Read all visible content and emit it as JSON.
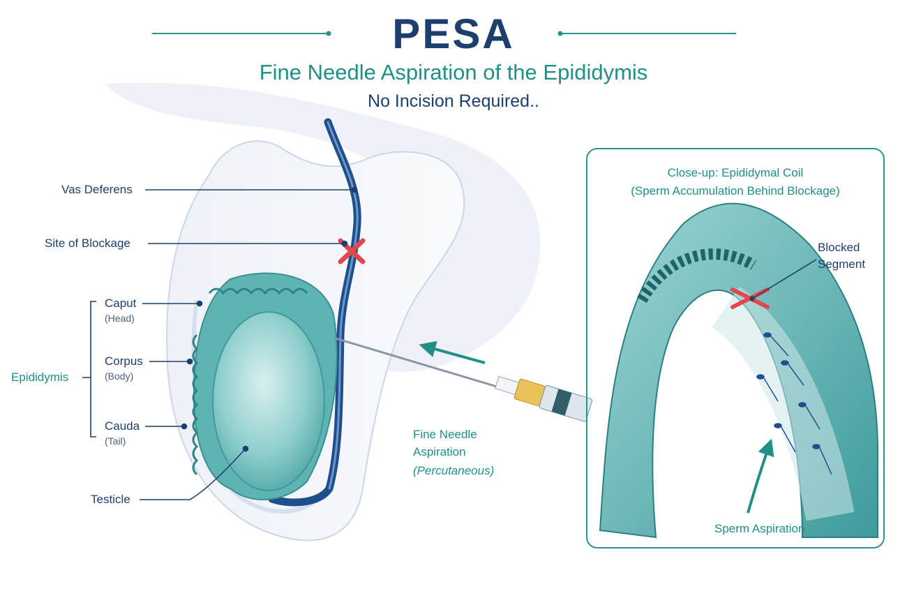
{
  "header": {
    "title": "PESA",
    "subtitle": "Fine Needle Aspiration of the Epididymis",
    "tagline": "No Incision Required.."
  },
  "labels": {
    "vas_deferens": "Vas Deferens",
    "site_of_blockage": "Site of Blockage",
    "caput": "Caput",
    "caput_sub": "(Head)",
    "corpus": "Corpus",
    "corpus_sub": "(Body)",
    "cauda": "Cauda",
    "cauda_sub": "(Tail)",
    "epididymis": "Epididymis",
    "testicle": "Testicle",
    "needle_line1": "Fine Needle",
    "needle_line2": "Aspiration",
    "needle_sub": "(Percutaneous)"
  },
  "inset": {
    "title_line1": "Close-up: Epididymal Coil",
    "title_line2": "(Sperm Accumulation Behind Blockage)",
    "blocked_line1": "Blocked",
    "blocked_line2": "Segment",
    "aspiration": "Sperm Aspiration"
  },
  "colors": {
    "navy": "#1c3f6e",
    "teal": "#1f8f87",
    "teal_light": "#7ec9c7",
    "vas_blue": "#1f4e8c",
    "blockage_red": "#e0484c",
    "syringe_yellow": "#e8c35a"
  }
}
